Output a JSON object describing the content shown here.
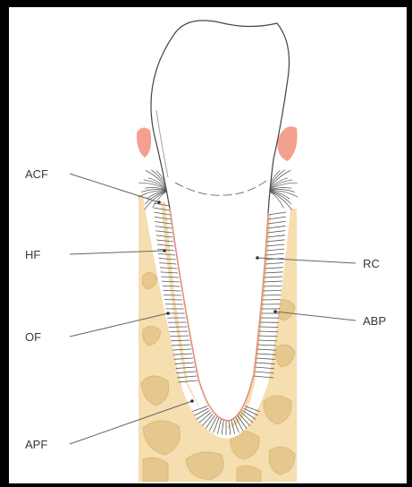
{
  "labels": {
    "acf": "ACF",
    "hf": "HF",
    "of": "OF",
    "apf": "APF",
    "rc": "RC",
    "abp": "ABP"
  },
  "colors": {
    "frame": "#000000",
    "background": "#ffffff",
    "bone": "#f5deb0",
    "bone_dark": "#e6c78e",
    "gingiva": "#f3a08e",
    "root_outline": "#e58f7c",
    "fiber": "#555555",
    "leader": "#666666"
  }
}
